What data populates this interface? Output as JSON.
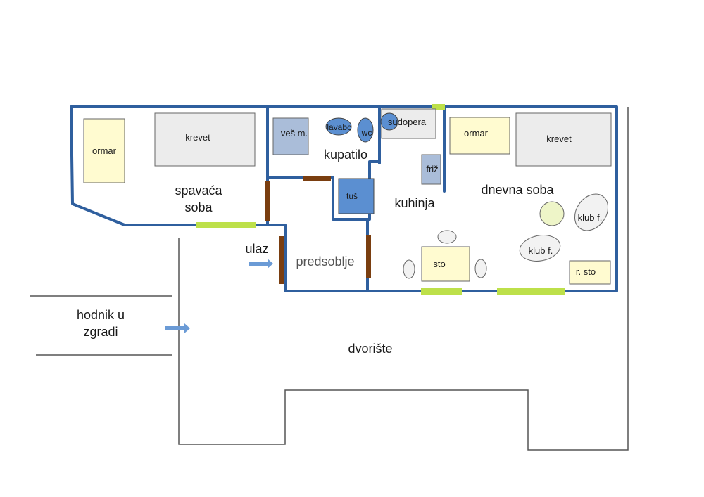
{
  "colors": {
    "wall": "#2f5f9e",
    "door": "#7a3e10",
    "window": "#bde04a",
    "outline": "#555555",
    "wardrobe_fill": "#fffbd0",
    "bed_fill": "#ececec",
    "bath_fill": "#aabdd9",
    "shower_fill": "#5b8fd1",
    "round_fixture": "#5b8fd1",
    "table_fill": "#fffbd0",
    "chair_fill": "#f2f2f2",
    "arrow": "#6b9bd6",
    "round_table_fill": "#eef5c8"
  },
  "rooms": {
    "bedroom_line1": "spavaća",
    "bedroom_line2": "soba",
    "bathroom": "kupatilo",
    "kitchen": "kuhinja",
    "living_room": "dnevna soba",
    "hallway": "predsoblje",
    "entrance": "ulaz",
    "building_corridor_line1": "hodnik u",
    "building_corridor_line2": "zgradi",
    "courtyard": "dvorište"
  },
  "furniture": {
    "bedroom_wardrobe": "ormar",
    "bedroom_bed": "krevet",
    "washing_machine": "veš m.",
    "washbasin": "lavabo",
    "toilet": "wc",
    "shower": "tuš",
    "sink": "sudopera",
    "fridge": "friž",
    "living_wardrobe": "ormar",
    "living_bed": "krevet",
    "armchair_1": "klub f.",
    "armchair_2": "klub f.",
    "dining_table": "sto",
    "coffee_table": "r. sto"
  }
}
